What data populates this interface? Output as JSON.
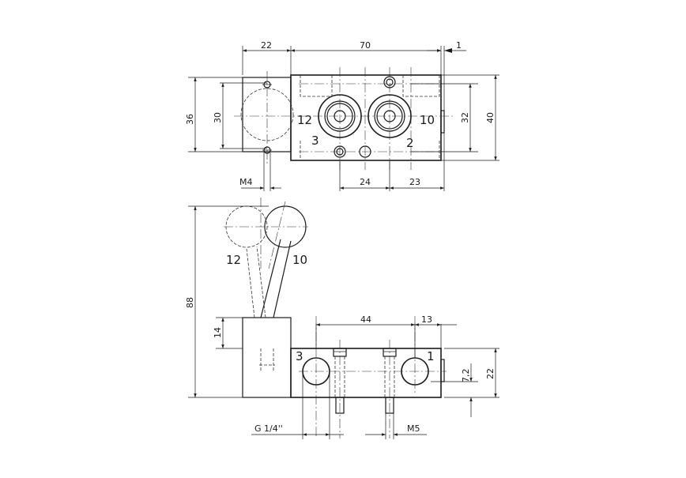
{
  "top_view": {
    "dims": {
      "width_left": "22",
      "width_body": "70",
      "width_right": "1",
      "height_outer_left": "36",
      "height_inner_left": "30",
      "height_inner_right": "32",
      "height_outer_right": "40",
      "thread_left": "M4",
      "spacing_a": "24",
      "spacing_b": "23"
    },
    "ports": {
      "p12": "12",
      "p10": "10",
      "p3": "3",
      "p2": "2"
    }
  },
  "side_view": {
    "dims": {
      "total_height": "88",
      "lever_base": "14",
      "spacing_main": "44",
      "spacing_right": "13",
      "height_right_inner": "7,2",
      "height_right_outer": "22",
      "thread_port": "G 1/4''",
      "thread_screw": "M5"
    },
    "lever_positions": {
      "left": "12",
      "right": "10"
    },
    "ports": {
      "p3": "3",
      "p1": "1"
    }
  }
}
